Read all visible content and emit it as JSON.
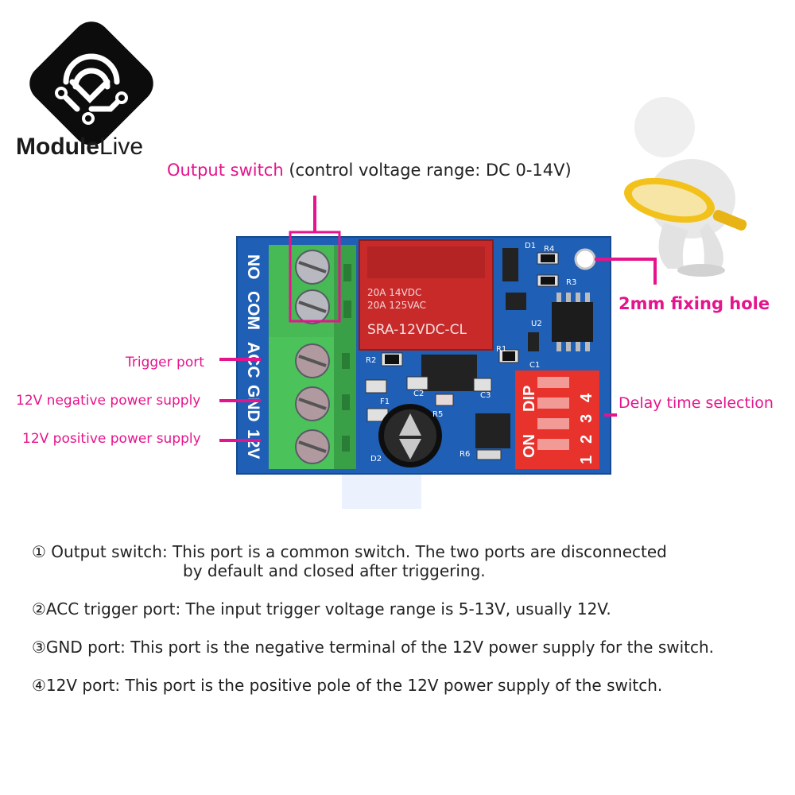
{
  "brand": {
    "bold": "Module",
    "light": "Live"
  },
  "heading": {
    "pink": "Output switch",
    "dark": " (control voltage range: DC 0-14V)"
  },
  "callouts": {
    "trigger_port": "Trigger port",
    "neg_supply": "12V negative power supply",
    "pos_supply": "12V positive power supply",
    "fixing_hole": "2mm fixing hole",
    "delay_selection": "Delay time selection"
  },
  "board": {
    "terminals": [
      "NO",
      "COM",
      "ACC",
      "GND",
      "12V"
    ],
    "relay_line1": "20A 14VDC",
    "relay_line2": "20A 125VAC",
    "relay_model": "SRA-12VDC-CL",
    "dip_labels": [
      "ON",
      "DIP"
    ],
    "dip_numbers": [
      "1",
      "2",
      "3",
      "4"
    ],
    "refs": [
      "D1",
      "R4",
      "R3",
      "U2",
      "R1",
      "R2",
      "C1",
      "F1",
      "C2",
      "C3",
      "R5",
      "R6",
      "D2"
    ]
  },
  "descriptions": [
    {
      "line1": "① Output switch: This port is a common switch. The two ports are disconnected",
      "line2": "by default and closed after triggering."
    },
    {
      "line1": "②ACC trigger port: The input trigger voltage range is 5-13V, usually 12V."
    },
    {
      "line1": "③GND port: This port is the negative terminal of the 12V power supply for the switch."
    },
    {
      "line1": "④12V port: This port is the positive pole of the 12V power supply of the switch."
    }
  ],
  "colors": {
    "pink": "#e6148c",
    "pcb_blue": "#1f5fb5",
    "terminal_green": "#4cc35a",
    "dip_red": "#e8322c"
  }
}
